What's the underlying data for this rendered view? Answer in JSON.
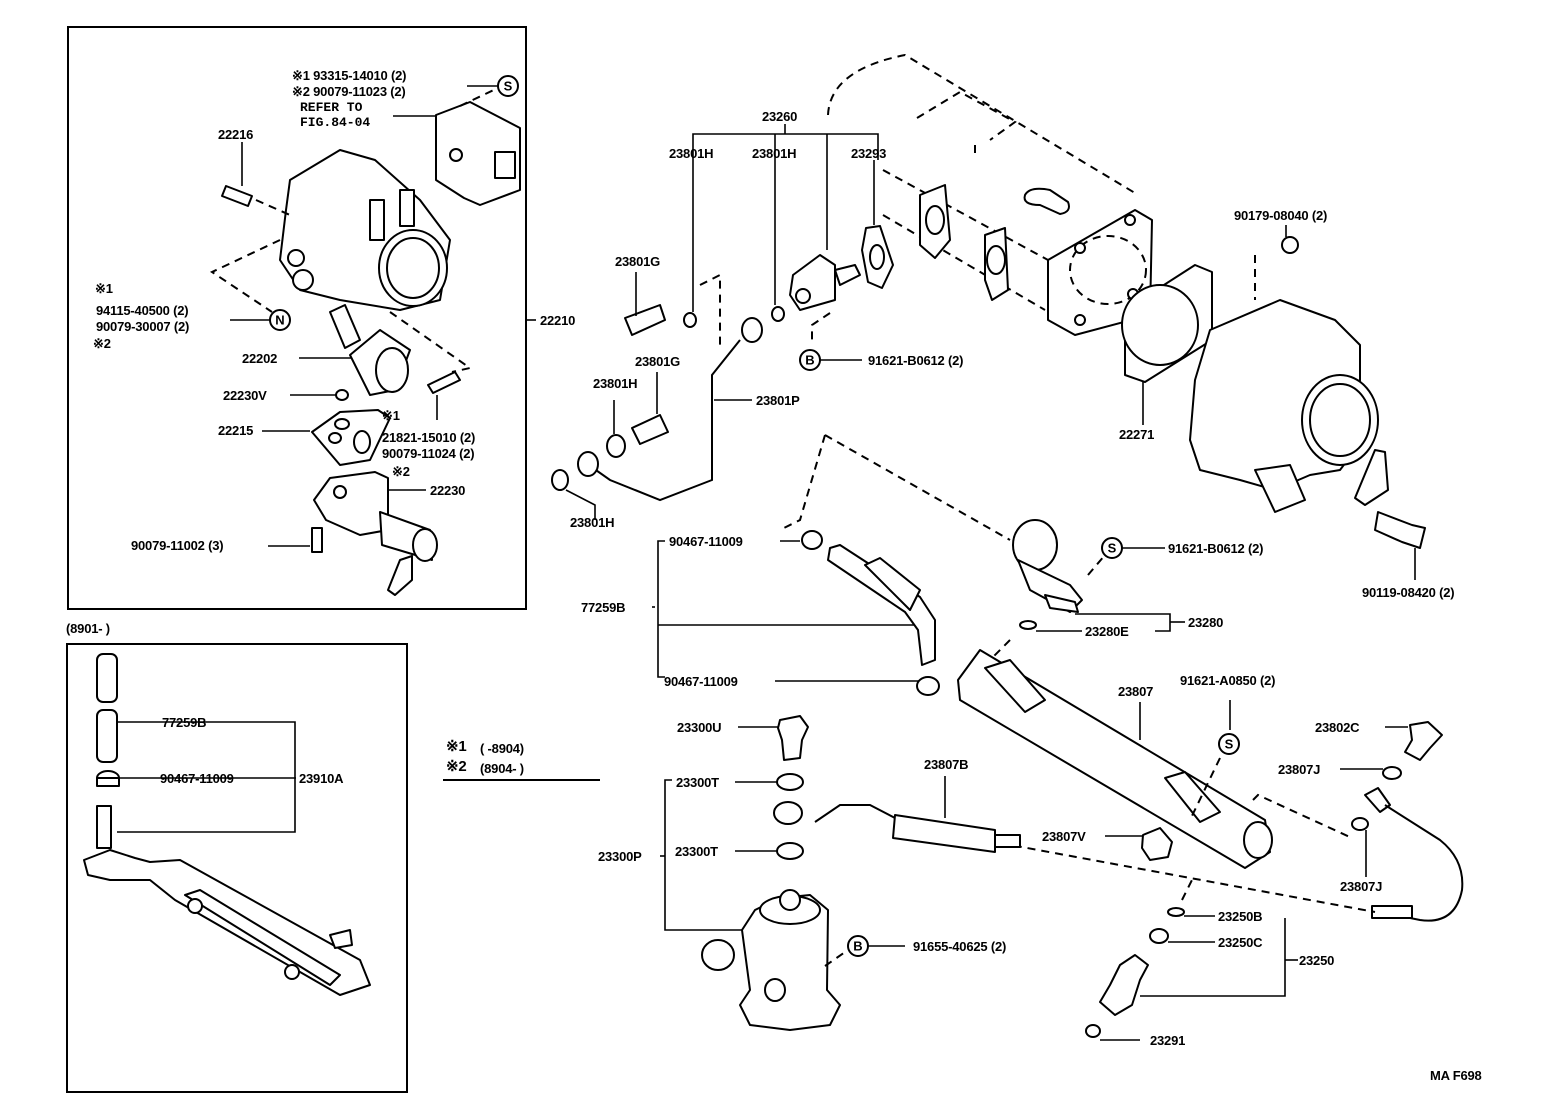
{
  "figure": {
    "code": "MA F698",
    "notes": {
      "n1_mark": "※1",
      "n1_range": "(        -8904)",
      "n2_mark": "※2",
      "n2_range": "(8904-        )"
    },
    "inset_period": "(8901-          )"
  },
  "throttle_box": {
    "callout_top_1": "※1  93315-14010 (2)",
    "callout_top_2": "※2  90079-11023 (2)",
    "refer_1": "REFER TO",
    "refer_2": "FIG.84-04",
    "p22216": "22216",
    "n_mark1": "※1",
    "p94115": "94115-40500 (2)",
    "p90079_30007": "90079-30007 (2)",
    "n_mark2": "※2",
    "p22202": "22202",
    "p22230V": "22230V",
    "p22215": "22215",
    "bolt_mark1": "※1",
    "p21821": "21821-15010 (2)",
    "p90079_11024": "90079-11024 (2)",
    "mark2_22230": "※2",
    "p22230": "22230",
    "p90079_11002": "90079-11002 (3)",
    "p22210": "22210",
    "sym_s": "S",
    "sym_n": "N"
  },
  "inset_box": {
    "p77259B": "77259B",
    "p90467": "90467-11009",
    "p23910A": "23910A"
  },
  "center": {
    "p23260": "23260",
    "p23801H_a": "23801H",
    "p23801H_b": "23801H",
    "p23293": "23293",
    "p23801G_a": "23801G",
    "p23801G_b": "23801G",
    "p23801H_c": "23801H",
    "p23801P": "23801P",
    "p23801H_d": "23801H",
    "p91621_B0612_a": "91621-B0612 (2)",
    "sym_b": "B",
    "p90467_top": "90467-11009",
    "p77259B": "77259B",
    "p90467_bot": "90467-11009",
    "p23300U": "23300U",
    "p23300T_a": "23300T",
    "p23300P": "23300P",
    "p23300T_b": "23300T",
    "p23807B": "23807B",
    "p91655": "91655-40625 (2)",
    "sym_b2": "B"
  },
  "right": {
    "p90179": "90179-08040 (2)",
    "p22271": "22271",
    "p90119": "90119-08420 (2)",
    "p91621_B0612_b": "91621-B0612 (2)",
    "sym_s": "S",
    "p23280E": "23280E",
    "p23280": "23280",
    "p23807": "23807",
    "p91621_A0850": "91621-A0850 (2)",
    "sym_s2": "S",
    "p23802C": "23802C",
    "p23807J_a": "23807J",
    "p23807V": "23807V",
    "p23807J_b": "23807J",
    "p23250B": "23250B",
    "p23250C": "23250C",
    "p23250": "23250",
    "p23291": "23291"
  }
}
